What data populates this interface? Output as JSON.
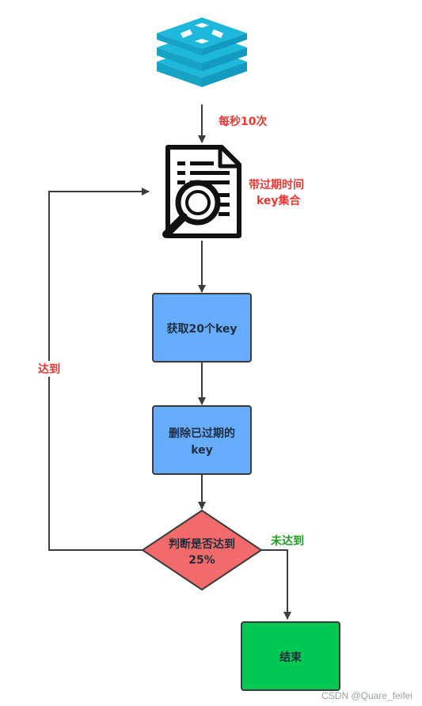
{
  "nodes": {
    "redis_logo": "redis-logo",
    "doc_icon": "document-search-icon",
    "get_keys": "获取20个key",
    "delete_l1": "删除已过期的",
    "delete_l2": "key",
    "decision_l1": "判断是否达到",
    "decision_l2": "25%",
    "end": "结束"
  },
  "edges": {
    "rate": "每秒10次",
    "loop": "达到",
    "not_reached": "未达到"
  },
  "annotations": {
    "key_set_l1": "带过期时间",
    "key_set_l2": "key集合"
  },
  "watermark": "CSDN @Quare_feifei",
  "colors": {
    "logo_cyan": "#1db8dc",
    "label_red": "#e53935",
    "label_green": "#1e9e1e",
    "box_blue": "#66adff",
    "diamond_red": "#f36a6a",
    "end_green": "#00c853",
    "stroke": "#3c3c3c"
  }
}
